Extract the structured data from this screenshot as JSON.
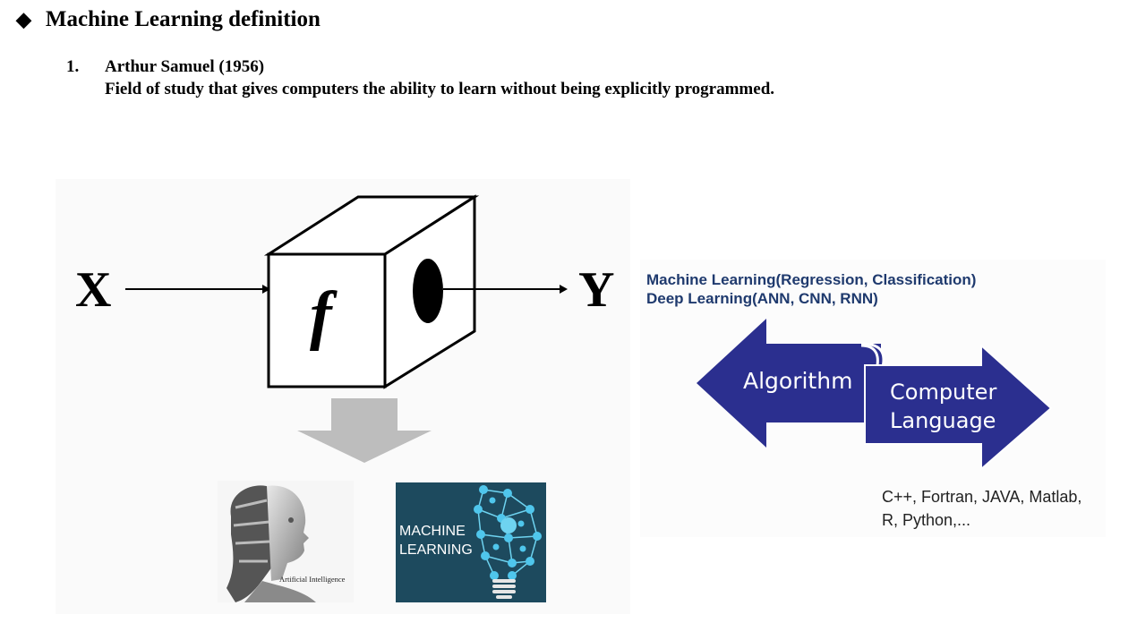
{
  "header": {
    "title": "Machine Learning definition"
  },
  "definition": {
    "number": "1.",
    "author": "Arthur Samuel (1956)",
    "text": "Field of study that gives computers the ability to learn without being explicitly programmed."
  },
  "diagram": {
    "input_label": "X",
    "function_label": "f",
    "output_label": "Y",
    "ml_line1": "Machine Learning(Regression, Classification)",
    "ml_line2": "Deep Learning(ANN, CNN, RNN)",
    "algorithm_label": "Algorithm",
    "computer_label_line1": "Computer",
    "computer_label_line2": "Language",
    "languages_line1": "C++, Fortran, JAVA, Matlab,",
    "languages_line2": "R, Python,...",
    "ai_caption": "Artificial Intelligence",
    "ml_image_line1": "MACHINE",
    "ml_image_line2": "LEARNING"
  },
  "colors": {
    "arrow_blue": "#2b2f8f",
    "ml_text": "#1f3a6e",
    "ml_box": "#1d4a5e",
    "down_arrow": "#bdbdbd"
  }
}
